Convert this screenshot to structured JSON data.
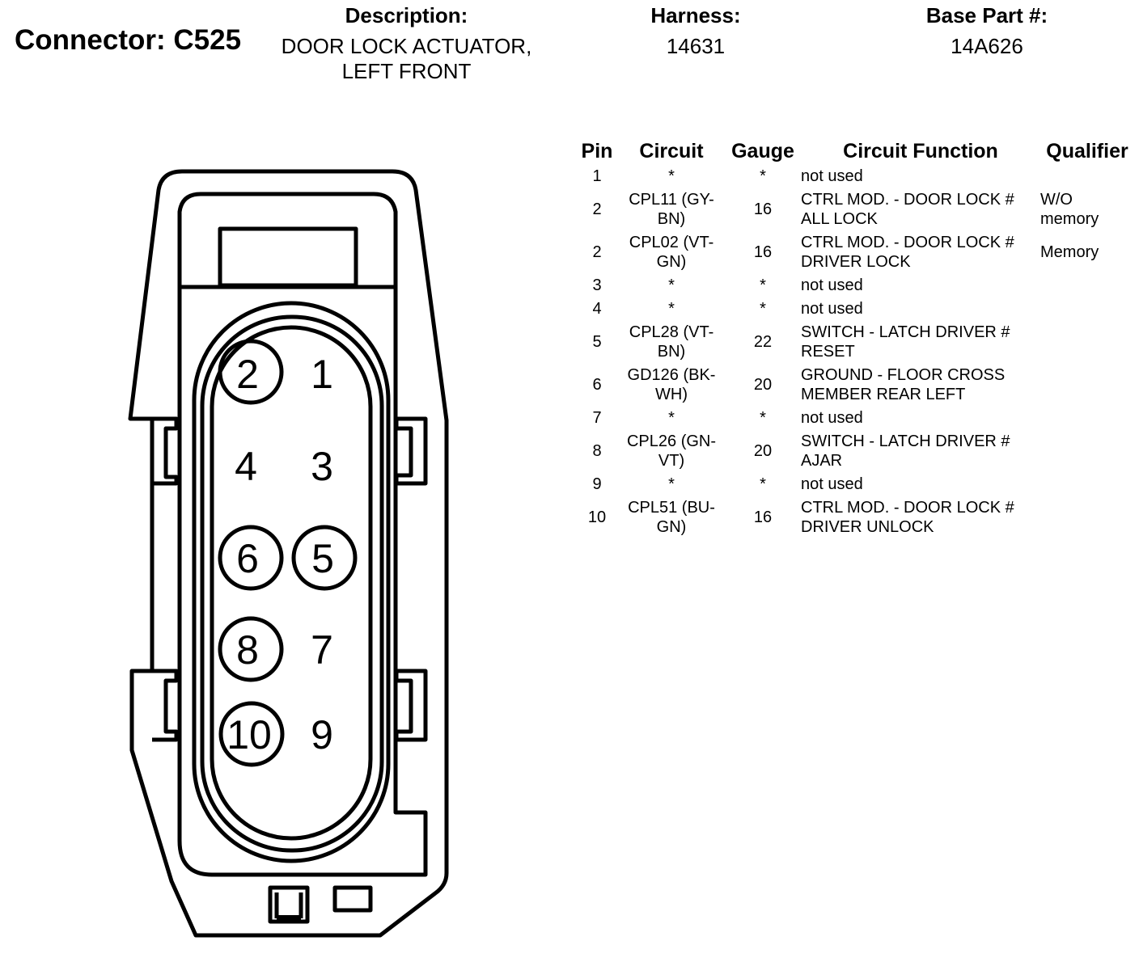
{
  "header": {
    "connector_label": "Connector: C525",
    "description_label": "Description:",
    "description_line1": "DOOR LOCK ACTUATOR,",
    "description_line2": "LEFT FRONT",
    "harness_label": "Harness:",
    "harness_value": "14631",
    "base_part_label": "Base Part #:",
    "base_part_value": "14A626"
  },
  "connector_pins": [
    {
      "number": "2",
      "circled": true
    },
    {
      "number": "1",
      "circled": false
    },
    {
      "number": "4",
      "circled": false
    },
    {
      "number": "3",
      "circled": false
    },
    {
      "number": "6",
      "circled": true
    },
    {
      "number": "5",
      "circled": true
    },
    {
      "number": "8",
      "circled": true
    },
    {
      "number": "7",
      "circled": false
    },
    {
      "number": "10",
      "circled": true
    },
    {
      "number": "9",
      "circled": false
    }
  ],
  "table": {
    "headers": {
      "pin": "Pin",
      "circuit": "Circuit",
      "gauge": "Gauge",
      "function": "Circuit Function",
      "qualifier": "Qualifier"
    },
    "rows": [
      {
        "pin": "1",
        "circuit": "*",
        "gauge": "*",
        "function": "not used",
        "qualifier": ""
      },
      {
        "pin": "2",
        "circuit": "CPL11 (GY-BN)",
        "gauge": "16",
        "function": "CTRL MOD. - DOOR LOCK # ALL LOCK",
        "qualifier": "W/O memory"
      },
      {
        "pin": "2",
        "circuit": "CPL02 (VT-GN)",
        "gauge": "16",
        "function": "CTRL MOD. - DOOR LOCK # DRIVER LOCK",
        "qualifier": "Memory"
      },
      {
        "pin": "3",
        "circuit": "*",
        "gauge": "*",
        "function": "not used",
        "qualifier": ""
      },
      {
        "pin": "4",
        "circuit": "*",
        "gauge": "*",
        "function": "not used",
        "qualifier": ""
      },
      {
        "pin": "5",
        "circuit": "CPL28 (VT-BN)",
        "gauge": "22",
        "function": "SWITCH - LATCH DRIVER # RESET",
        "qualifier": ""
      },
      {
        "pin": "6",
        "circuit": "GD126 (BK-WH)",
        "gauge": "20",
        "function": "GROUND - FLOOR CROSS MEMBER REAR LEFT",
        "qualifier": ""
      },
      {
        "pin": "7",
        "circuit": "*",
        "gauge": "*",
        "function": "not used",
        "qualifier": ""
      },
      {
        "pin": "8",
        "circuit": "CPL26 (GN-VT)",
        "gauge": "20",
        "function": "SWITCH - LATCH DRIVER # AJAR",
        "qualifier": ""
      },
      {
        "pin": "9",
        "circuit": "*",
        "gauge": "*",
        "function": "not used",
        "qualifier": ""
      },
      {
        "pin": "10",
        "circuit": "CPL51 (BU-GN)",
        "gauge": "16",
        "function": "CTRL MOD. - DOOR LOCK # DRIVER UNLOCK",
        "qualifier": ""
      }
    ]
  }
}
